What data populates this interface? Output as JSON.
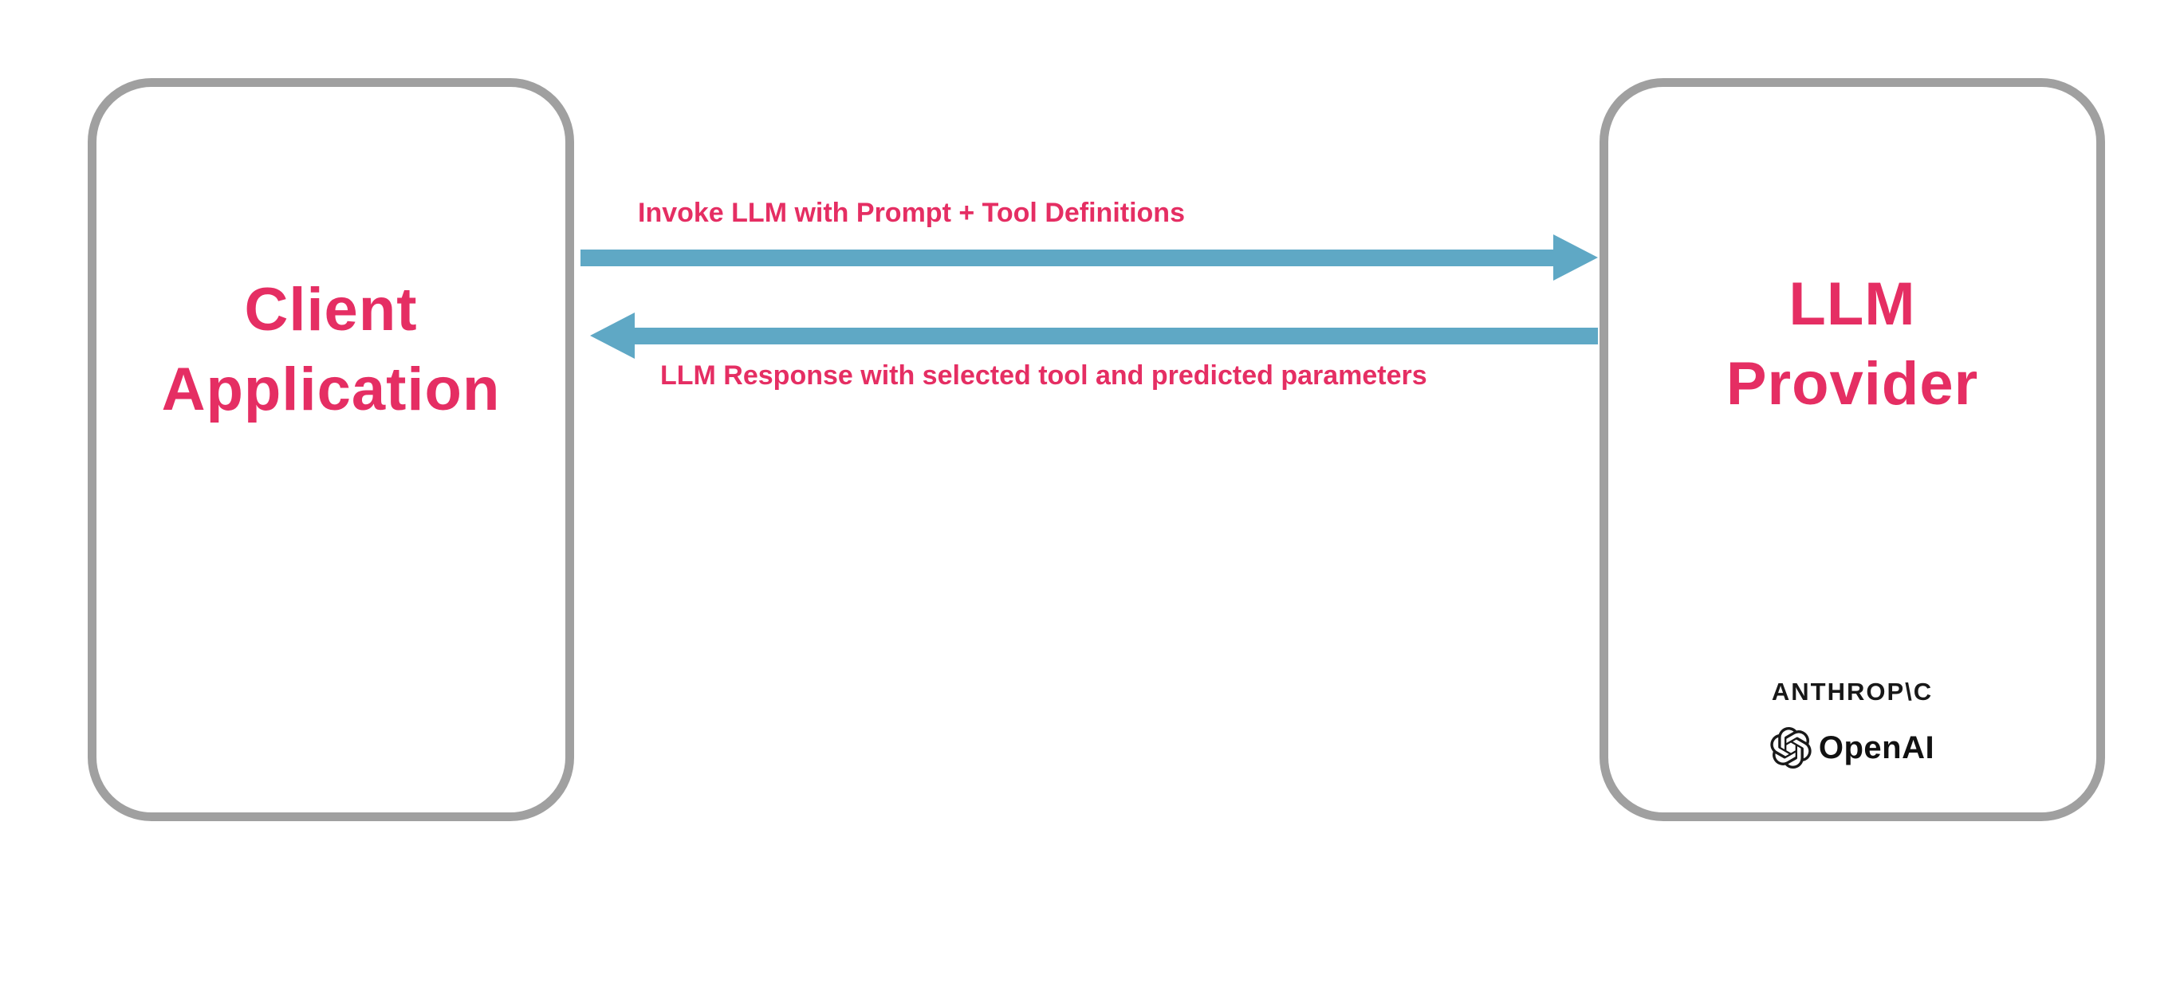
{
  "diagram": {
    "client_box": {
      "title_line1": "Client",
      "title_line2": "Application"
    },
    "provider_box": {
      "title_line1": "LLM",
      "title_line2": "Provider",
      "logos": {
        "anthropic": "ANTHROP\\C",
        "openai": "OpenAI"
      }
    },
    "arrows": {
      "request": {
        "label": "Invoke LLM with Prompt + Tool Definitions",
        "direction": "right"
      },
      "response": {
        "label": "LLM Response with selected tool and predicted parameters",
        "direction": "left"
      }
    },
    "colors": {
      "accent_pink": "#e52e63",
      "arrow_blue": "#5fa8c5",
      "box_border_gray": "#a0a0a0",
      "logo_dark": "#181818"
    }
  }
}
